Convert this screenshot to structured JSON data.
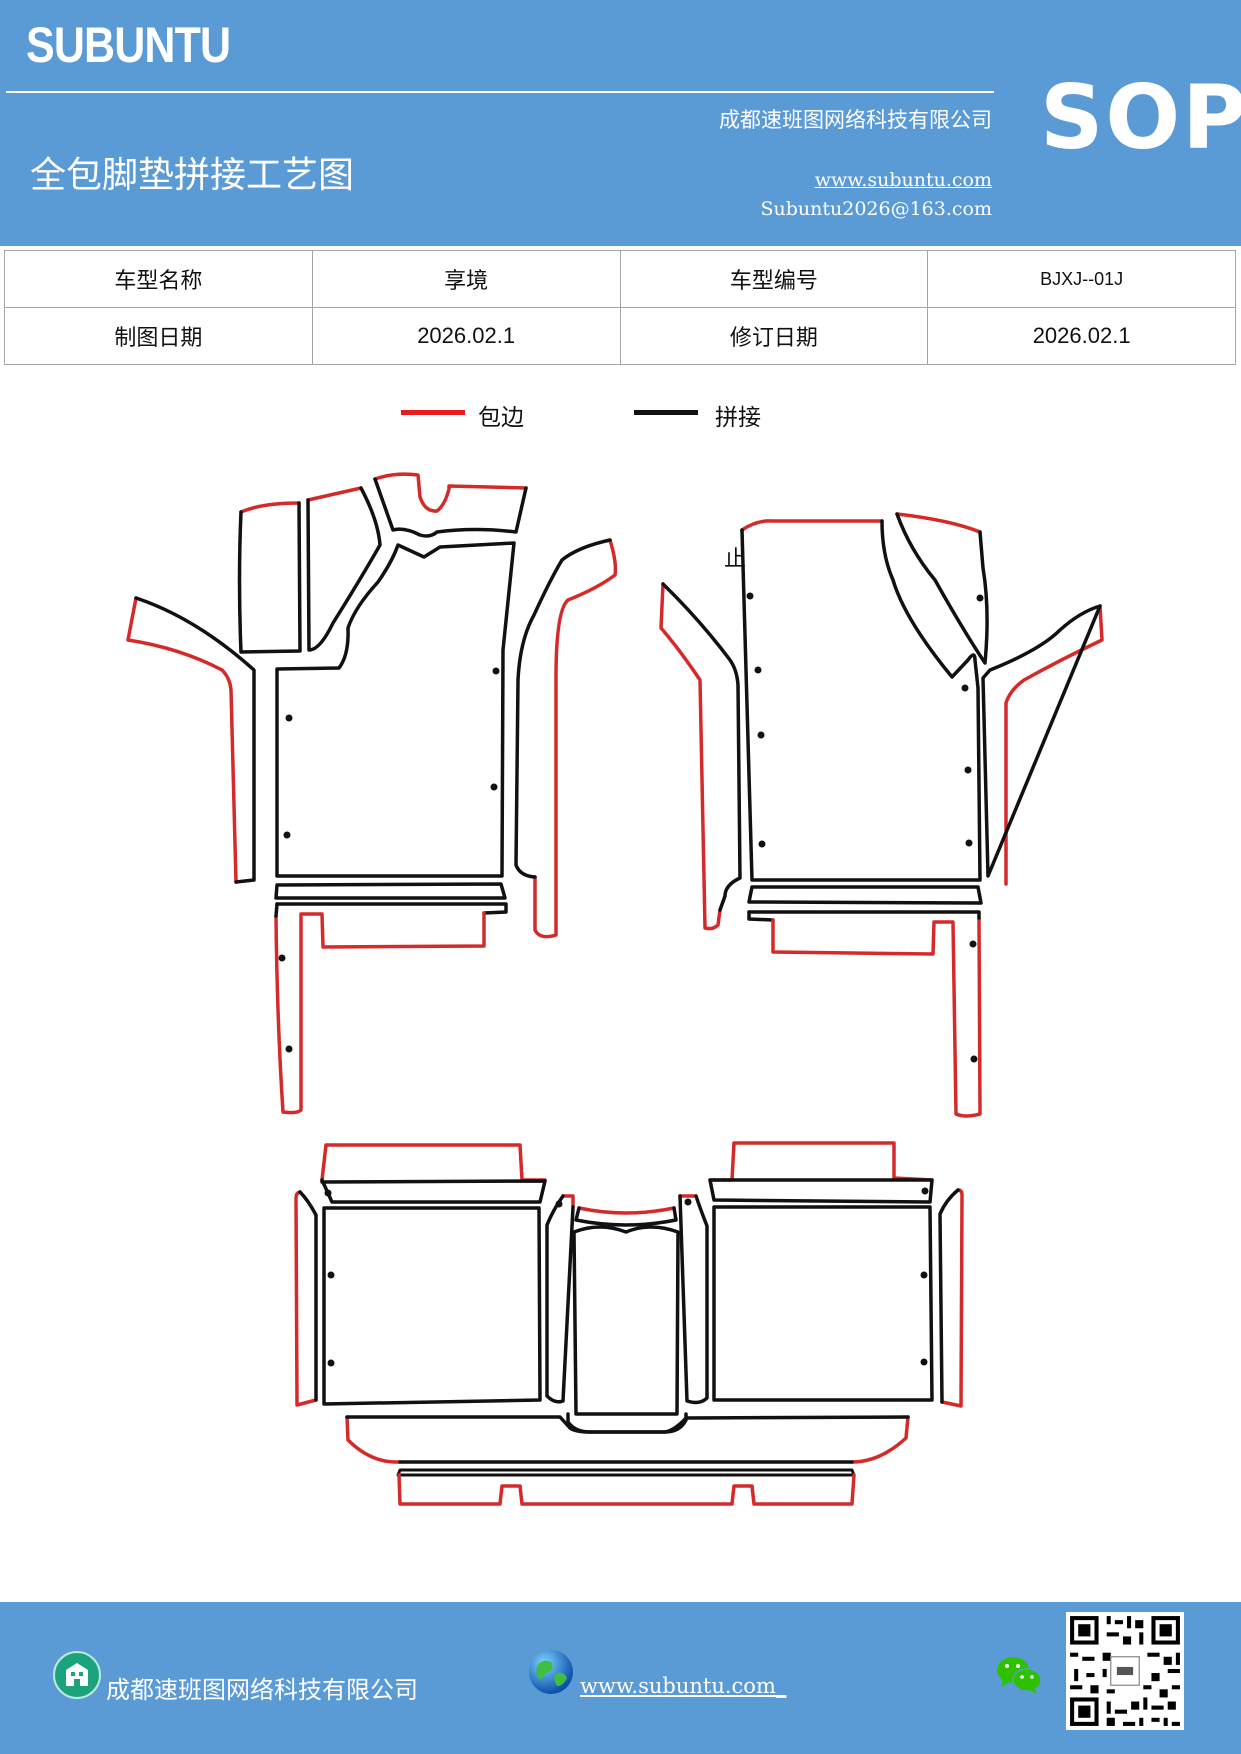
{
  "header": {
    "logo_text": "SUBUNTU",
    "doc_type": "SOP",
    "title": "全包脚垫拼接工艺图",
    "company": "成都速班图网络科技有限公司",
    "website": "www.subuntu.com",
    "email": "Subuntu2026@163.com"
  },
  "info": {
    "model_name_label": "车型名称",
    "model_name": "享境",
    "model_code_label": "车型编号",
    "model_code": "BJXJ--01J",
    "draw_date_label": "制图日期",
    "draw_date": "2026.02.1",
    "revise_date_label": "修订日期",
    "revise_date": "2026.02.1"
  },
  "legend": {
    "edge_label": "包边",
    "edge_color": "#e02020",
    "splice_label": "拼接",
    "splice_color": "#111111"
  },
  "diagram": {
    "marker": "止"
  },
  "footer": {
    "company": "成都速班图网络科技有限公司",
    "website": "www.subuntu.com_",
    "icons": [
      "building-icon",
      "globe-icon",
      "wechat-icon",
      "qr-code"
    ]
  },
  "colors": {
    "brand_blue": "#5b9bd5",
    "edge_red": "#d42a2a",
    "splice_black": "#111111"
  }
}
